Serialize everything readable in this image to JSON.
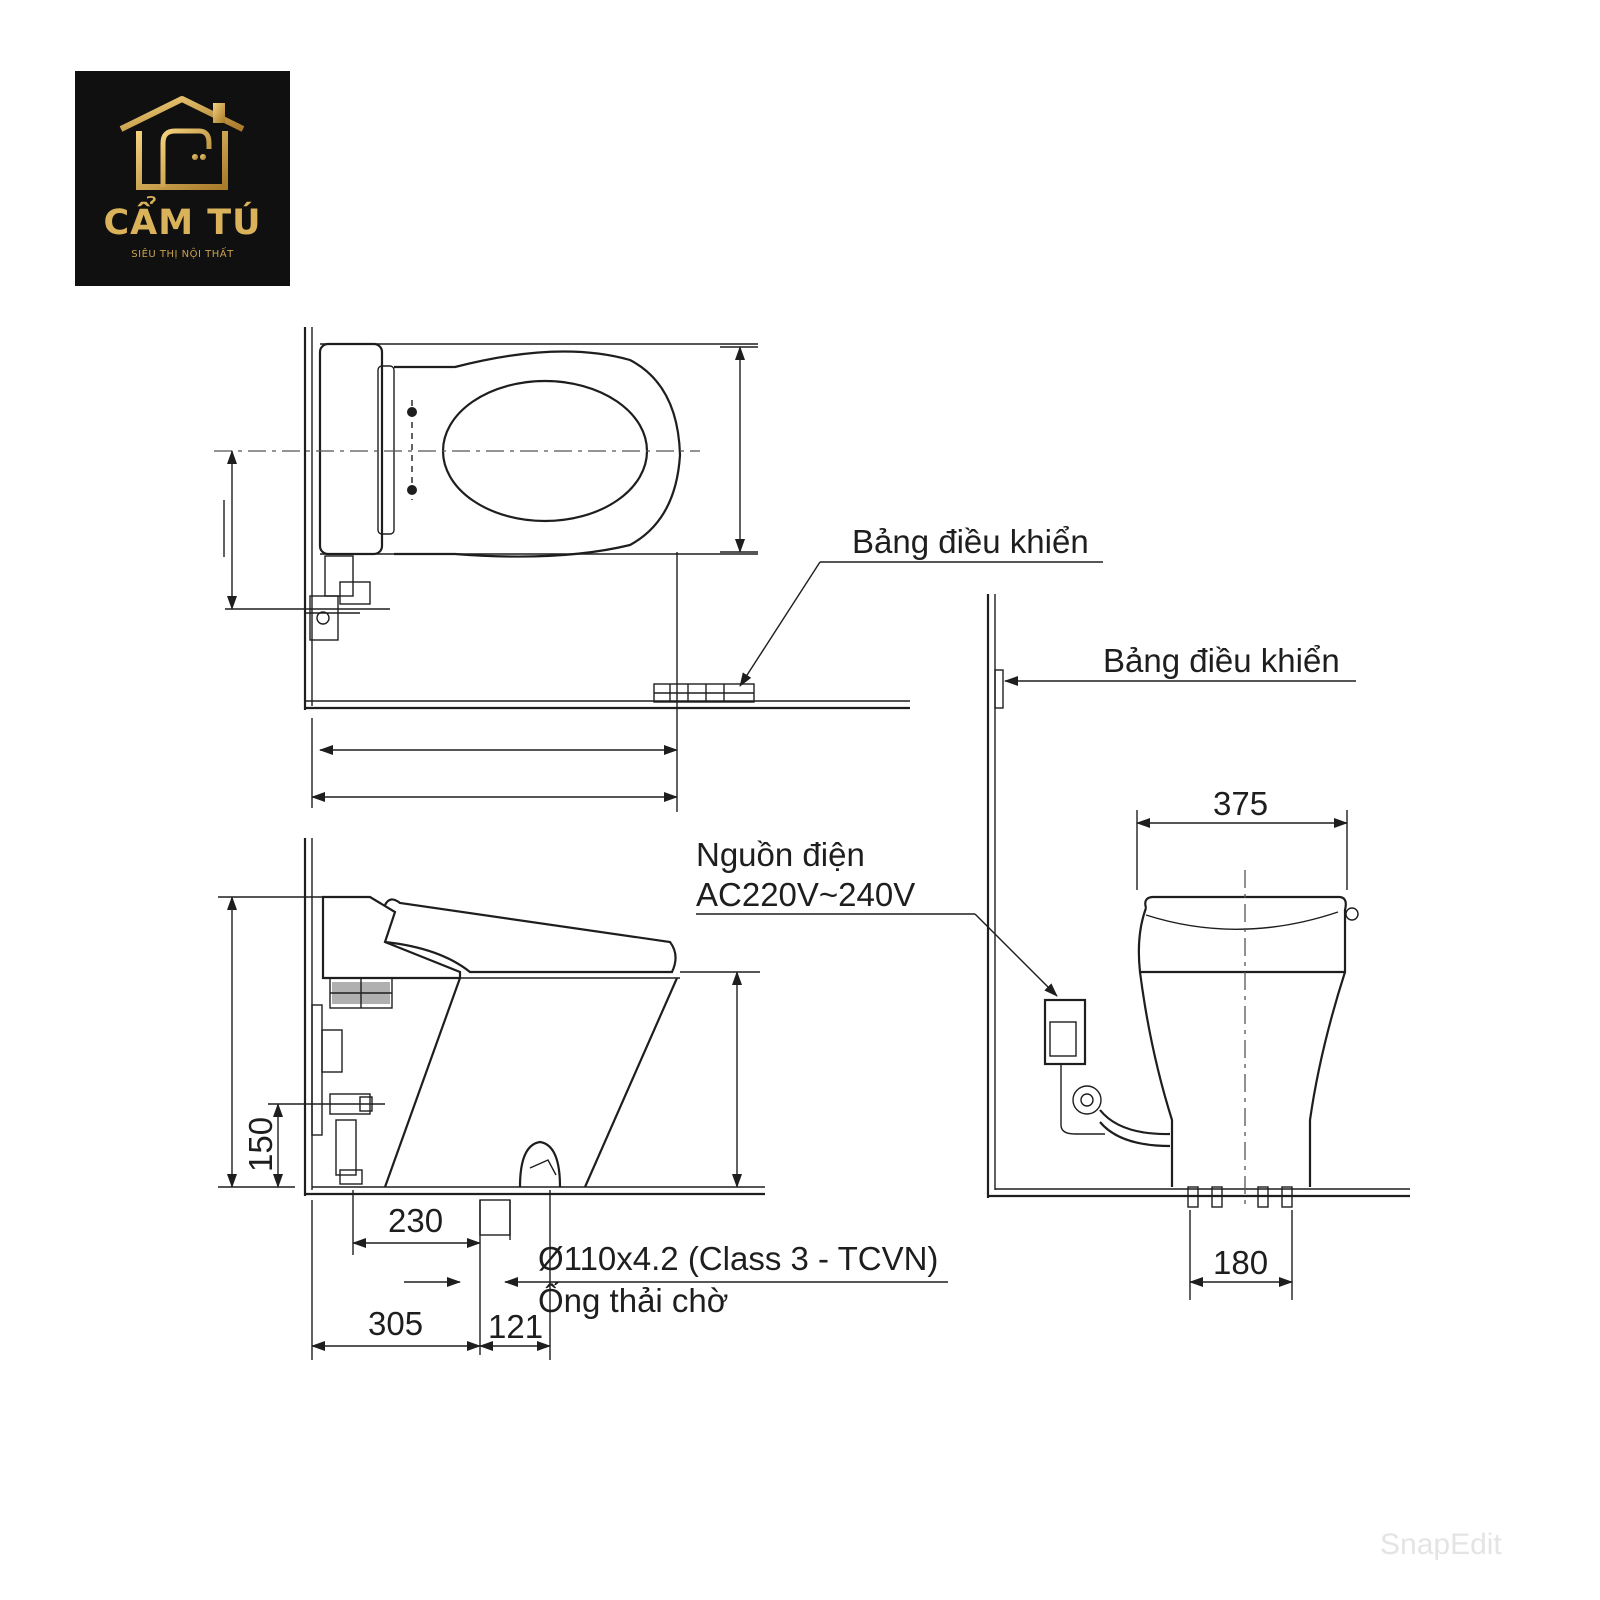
{
  "logo": {
    "name": "CẨM TÚ",
    "tagline": "SIÊU THỊ NỘI THẤT",
    "colors": {
      "background": "#101010",
      "gold": "#d9b25a"
    }
  },
  "labels": {
    "control_panel_top": "Bảng điều khiển",
    "control_panel_side": "Bảng điều khiển",
    "power_title": "Nguồn điện",
    "power_spec": "AC220V~240V",
    "pipe_spec": "Ø110x4.2 (Class 3 - TCVN)",
    "pipe_name": "Ống thải chờ"
  },
  "dimensions": {
    "width_front": "375",
    "outlet_spacing": "180",
    "supply_height": "150",
    "d230": "230",
    "d305": "305",
    "d121": "121"
  },
  "watermark": "SnapEdit"
}
